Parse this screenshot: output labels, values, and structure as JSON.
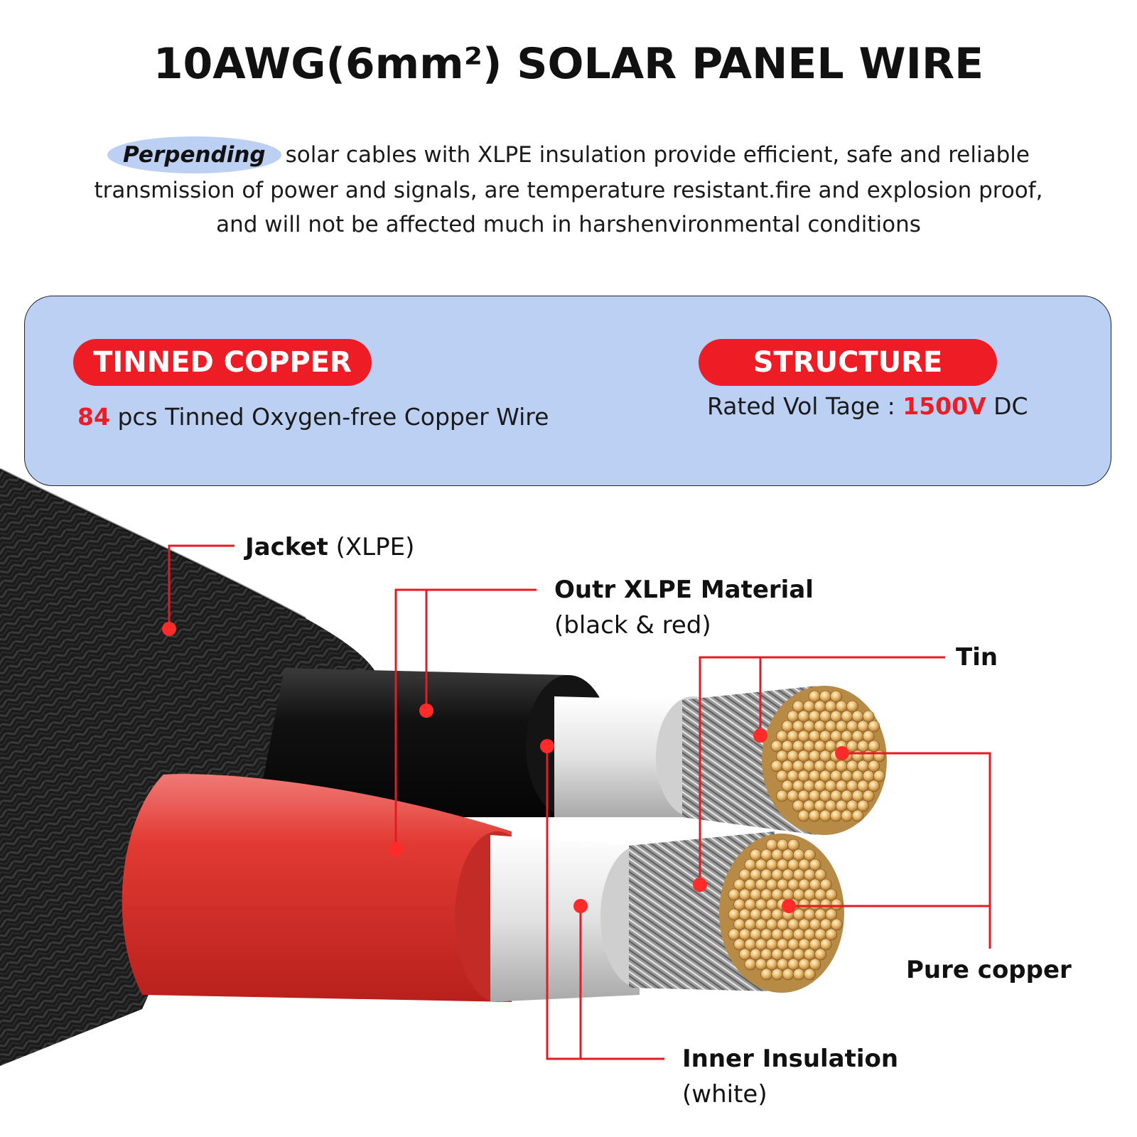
{
  "header": {
    "title": "10AWG(6mm²) SOLAR PANEL WIRE"
  },
  "description": {
    "brand": "Perpending",
    "text": "solar cables with XLPE insulation provide efficient, safe and reliable transmission of power and signals, are temperature resistant.fire and explosion proof, and will not be affected much in harshenvironmental conditions"
  },
  "specs": {
    "tinned_copper": {
      "badge": "TINNED COPPER",
      "count": "84",
      "text": "pcs Tinned Oxygen-free Copper Wire"
    },
    "structure": {
      "badge": "STRUCTURE",
      "prefix": "Rated Vol Tage :",
      "voltage": "1500V",
      "suffix": "DC"
    }
  },
  "callouts": {
    "jacket": {
      "name": "Jacket",
      "detail": "(XLPE)"
    },
    "outer": {
      "name": "Outr XLPE Material",
      "detail": "(black & red)"
    },
    "tin": {
      "name": "Tin"
    },
    "copper": {
      "name": "Pure copper"
    },
    "inner": {
      "name": "Inner Insulation",
      "detail": "(white)"
    }
  },
  "colors": {
    "accent_red": "#ee1c25",
    "panel_blue": "#bcd0f4"
  }
}
